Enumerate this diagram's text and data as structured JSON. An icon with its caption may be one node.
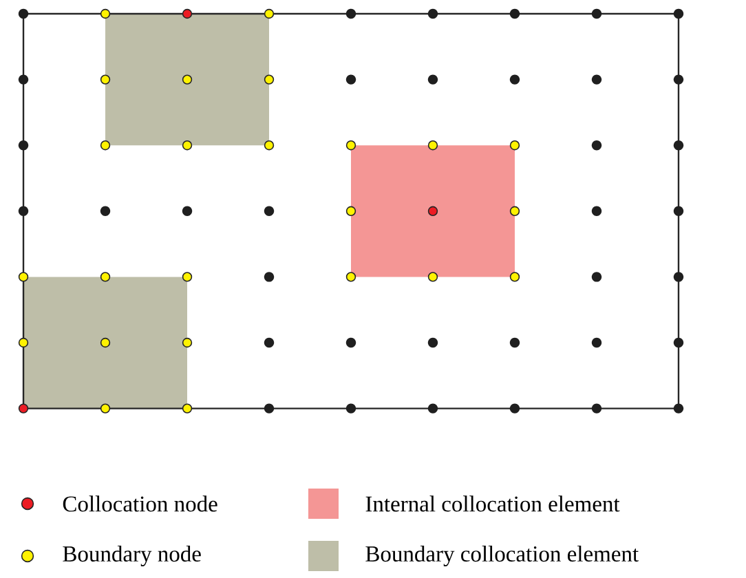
{
  "diagram": {
    "legend": [
      {
        "text": "Collocation node",
        "color": "#ec1c24"
      },
      {
        "text": "Internal collocation element",
        "color": "#f49695"
      },
      {
        "text": "Boundary node",
        "color": "#fff200"
      },
      {
        "text": "Boundary collocation element",
        "color": "#bebea8"
      }
    ]
  }
}
